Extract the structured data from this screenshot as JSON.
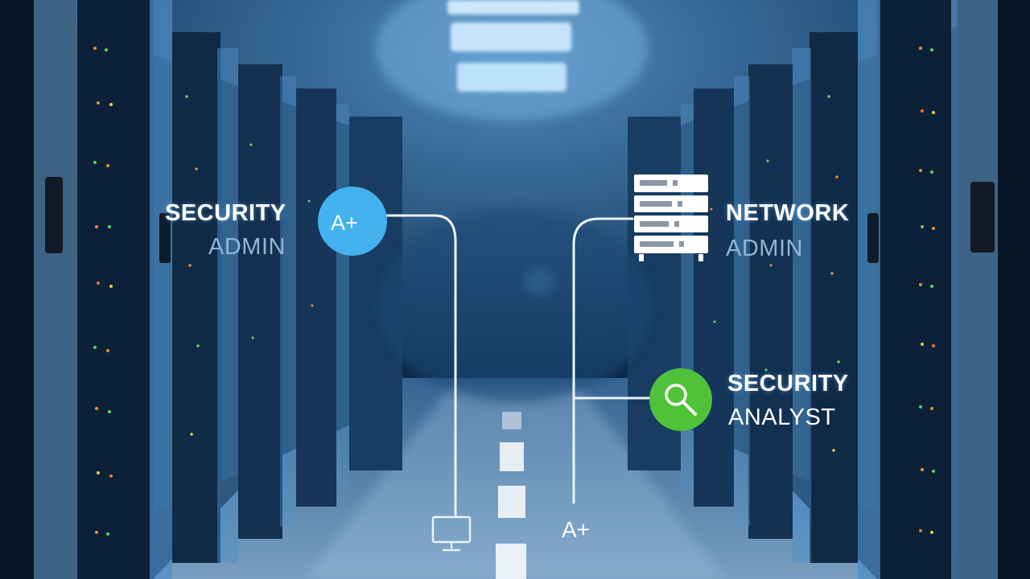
{
  "roles": {
    "security_admin": {
      "line1": "SECURITY",
      "line2": "ADMIN",
      "badge": "A+"
    },
    "network_admin": {
      "line1": "NETWORK",
      "line2": "ADMIN",
      "icon": "server-icon"
    },
    "security_analyst": {
      "line1": "SECURITY",
      "line2": "ANALYST",
      "icon": "magnifier-icon"
    }
  },
  "path_end_labels": {
    "monitor_icon": "monitor-icon",
    "right_badge": "A+"
  },
  "colors": {
    "badge_blue": "#43b2ee",
    "badge_green": "#4fc23a",
    "background": "#0b2340",
    "line": "#e9f3fb"
  }
}
